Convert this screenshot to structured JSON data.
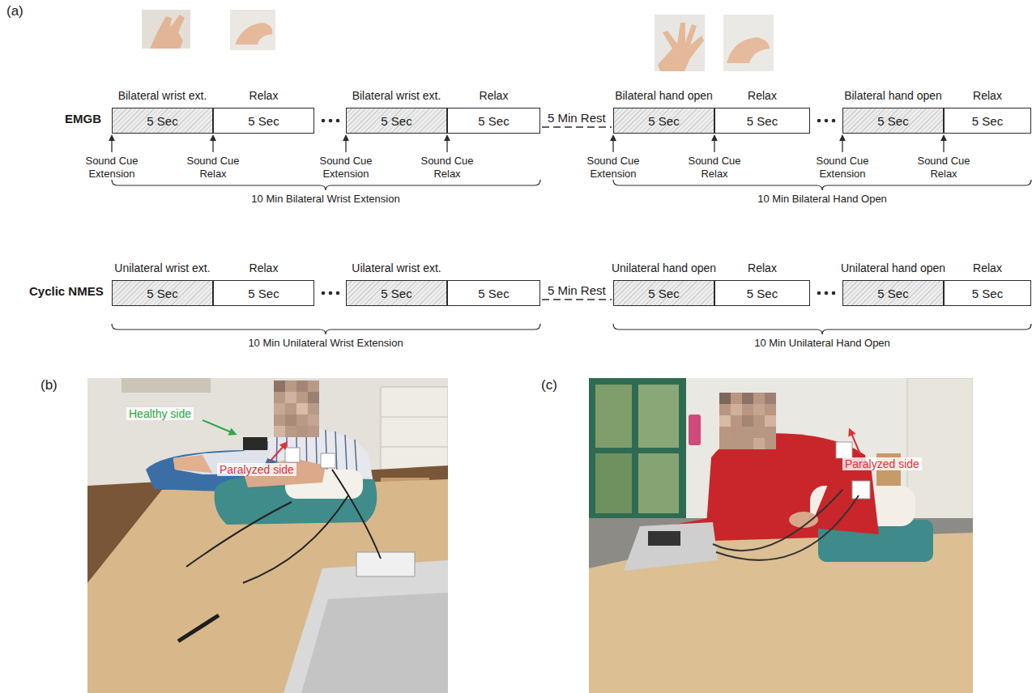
{
  "diagram": {
    "nodes": [
      {
        "text": [
          "Bilateral wrist ext.",
          "5 Sec"
        ]
      },
      {
        "text": [
          "Relax",
          "5 Sec"
        ]
      },
      {
        "text": [
          "Bilateral wrist ext.",
          "5 Sec"
        ]
      },
      {
        "text": [
          "Relax",
          "5 Sec"
        ]
      },
      {
        "text": [
          "Bilateral hand open",
          "5 Sec"
        ]
      },
      {
        "text": [
          "Relax",
          "5 Sec"
        ]
      },
      {
        "text": [
          "Bilateral hand open",
          "5 Sec"
        ]
      },
      {
        "text": [
          "Relax",
          "5 Sec"
        ]
      },
      {
        "text": [
          "Unilateral wrist ext.",
          "5 Sec"
        ]
      },
      {
        "text": [
          "Relax",
          "5 Sec"
        ]
      },
      {
        "text": [
          "Uilateral wrist ext.",
          "5 Sec"
        ]
      },
      {
        "text": [
          "5 Sec"
        ]
      },
      {
        "text": [
          "Unilateral hand open",
          "5 Sec"
        ]
      },
      {
        "text": [
          "Relax",
          "5 Sec"
        ]
      },
      {
        "text": [
          "Unilateral hand open",
          "5 Sec"
        ]
      },
      {
        "text": [
          "Relax",
          "5 Sec"
        ]
      }
    ],
    "edges": [
      {
        "from": 3,
        "to": 4,
        "label": "5 Min Rest",
        "arrow": "none"
      },
      {
        "from": 11,
        "to": 12,
        "label": "5 Min Rest",
        "arrow": "none"
      }
    ],
    "labels": [
      "(a)",
      "EMGB",
      "Sound Cue Extension",
      "Sound Cue Relax",
      "Sound Cue Extension",
      "Sound Cue Relax",
      "Sound Cue Extension",
      "Sound Cue Relax",
      "Sound Cue Extension",
      "Sound Cue Relax",
      "10 Min Bilateral Wrist Extension",
      "10 Min Bilateral Hand Open",
      "Cyclic NMES",
      "10 Min Unilateral Wrist Extension",
      "10 Min Unilateral Hand Open",
      "(b)",
      "Healthy side",
      "Paralyzed side",
      "(c)",
      "Paralyzed side"
    ]
  }
}
